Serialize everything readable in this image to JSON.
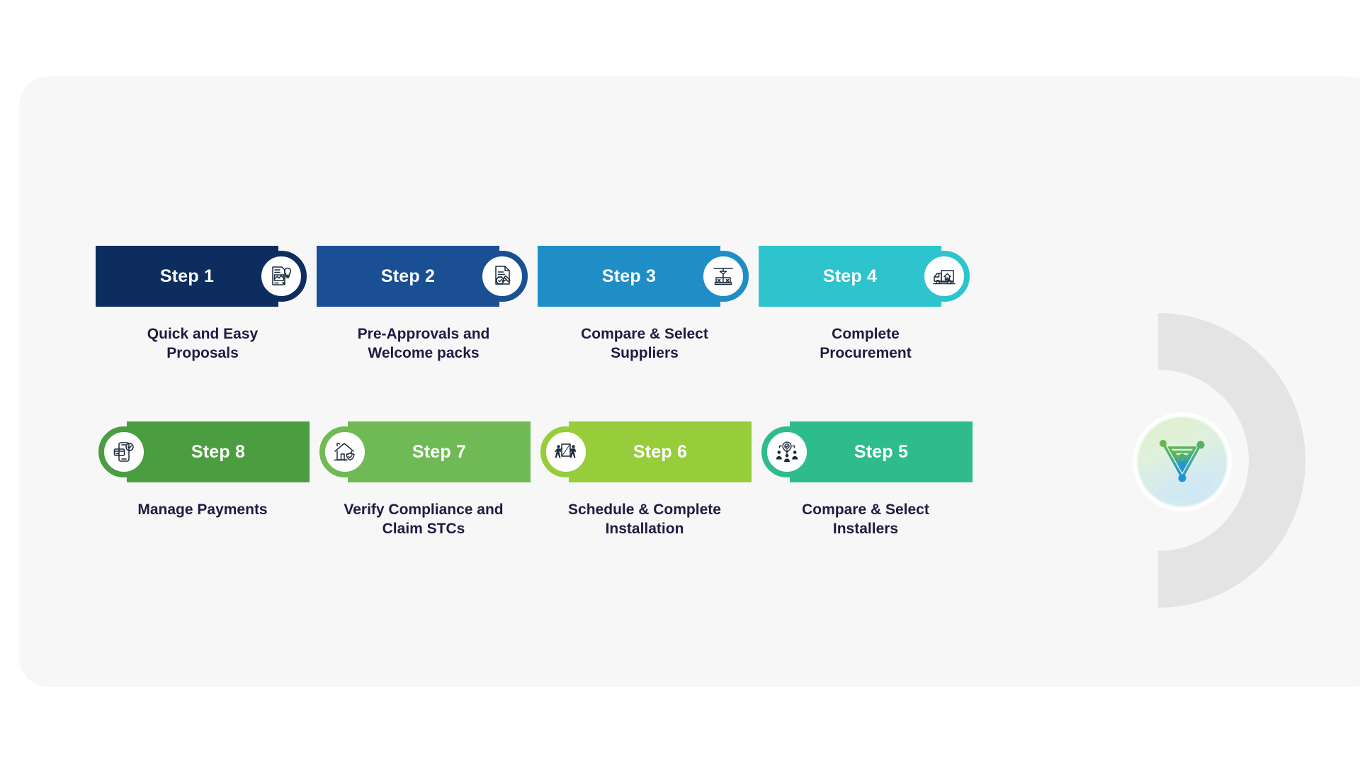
{
  "panel": {
    "background_color": "#f7f7f7",
    "arc_color": "#e4e4e4"
  },
  "brand": {
    "logo_name": "circuit-triangle-logo",
    "gradient_from": "#dff0c8",
    "gradient_to": "#cfe8f7",
    "node_green": "#5cb45c",
    "node_blue": "#2196d6"
  },
  "label_color": "#231942",
  "rows": [
    {
      "id": "row-top",
      "direction": "dir-right",
      "steps": [
        {
          "number": "Step 1",
          "label": "Quick and Easy\nProposals",
          "color": "#0c2d5e",
          "icon": "proposal-document-idea-icon"
        },
        {
          "number": "Step 2",
          "label": "Pre-Approvals and\nWelcome packs",
          "color": "#1a4f93",
          "icon": "document-stamp-approval-icon"
        },
        {
          "number": "Step 3",
          "label": "Compare & Select\nSuppliers",
          "color": "#1f8ec6",
          "icon": "balance-scale-icon"
        },
        {
          "number": "Step 4",
          "label": "Complete\nProcurement",
          "color": "#2ec4cd",
          "icon": "delivery-truck-house-icon"
        }
      ]
    },
    {
      "id": "row-bottom",
      "direction": "dir-left",
      "steps": [
        {
          "number": "Step 8",
          "label": "Manage Payments",
          "color": "#4a9e3f",
          "icon": "mobile-payment-check-icon"
        },
        {
          "number": "Step 7",
          "label": "Verify Compliance and\nClaim STCs",
          "color": "#6fba55",
          "icon": "house-shield-icon"
        },
        {
          "number": "Step 6",
          "label": "Schedule & Complete\nInstallation",
          "color": "#97cd3a",
          "icon": "workers-carrying-panel-icon"
        },
        {
          "number": "Step 5",
          "label": "Compare & Select\nInstallers",
          "color": "#2fbc8d",
          "icon": "people-verified-network-icon"
        }
      ]
    }
  ]
}
